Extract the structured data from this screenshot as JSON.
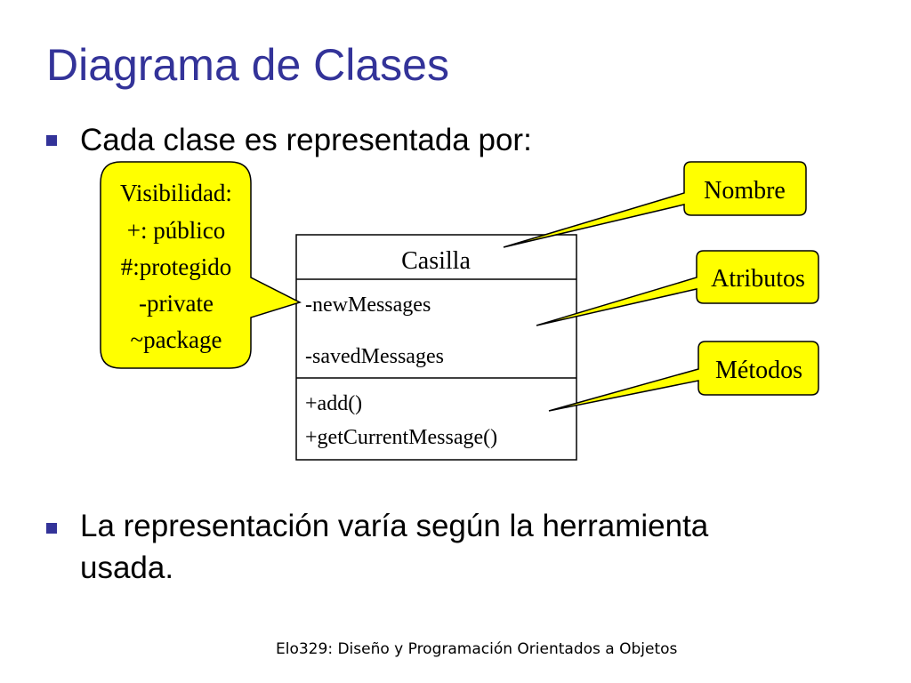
{
  "slide": {
    "title": "Diagrama de Clases",
    "bullets": [
      "Cada clase es representada por:",
      "La representación varía según la herramienta usada."
    ],
    "footer": "Elo329: Diseño y Programación Orientados a Objetos"
  },
  "uml_class": {
    "name": "Casilla",
    "attributes": [
      "-newMessages",
      "-savedMessages"
    ],
    "methods": [
      "+add()",
      "+getCurrentMessage()"
    ]
  },
  "callouts": {
    "visibility": [
      "Visibilidad:",
      "+: público",
      "#:protegido",
      "-private",
      "~package"
    ],
    "name_label": "Nombre",
    "attributes_label": "Atributos",
    "methods_label": "Métodos"
  },
  "colors": {
    "title": "#333399",
    "bullet": "#333399",
    "callout_fill": "#ffff00"
  }
}
